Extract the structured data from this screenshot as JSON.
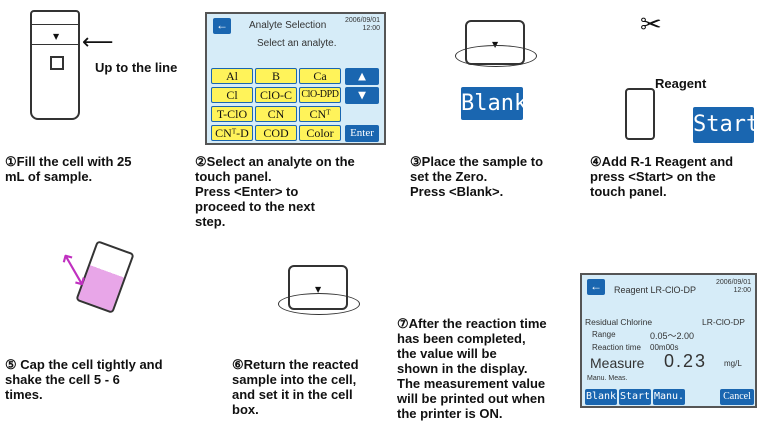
{
  "steps": [
    {
      "num": "①",
      "text": "Fill the cell with 25\nmL of sample."
    },
    {
      "num": "②",
      "text": "Select an analyte on the\ntouch panel.\nPress <Enter> to\nproceed to the next\nstep."
    },
    {
      "num": "③",
      "text": "Place the sample to\nset the Zero.\nPress <Blank>."
    },
    {
      "num": "④",
      "text": "Add R-1 Reagent and\npress <Start> on the\ntouch panel."
    },
    {
      "num": "⑤",
      "text": " Cap the cell tightly and\nshake the cell 5 - 6\ntimes."
    },
    {
      "num": "⑥",
      "text": "Return the reacted\nsample into the cell,\nand set it in the cell\nbox."
    },
    {
      "num": "⑦",
      "text": "After the reaction time\nhas been completed,\nthe value will be\nshown in the display.\nThe measurement value\nwill be printed out when\nthe printer is ON."
    }
  ],
  "labels": {
    "up_to_line": "Up to the line",
    "reagent": "Reagent",
    "blank": "Blank",
    "start": "Start"
  },
  "screen1": {
    "title": "Analyte Selection",
    "subtitle": "Select an analyte.",
    "date": "2006/09/01",
    "time": "12:00",
    "back": "←",
    "analytes": [
      "Al",
      "B",
      "Ca",
      "Cl",
      "ClO-C",
      "ClO-DPD",
      "T-ClO",
      "CN",
      "CNᵀ",
      "CNᵀ-D",
      "COD",
      "Color"
    ],
    "enter": "Enter",
    "up": "▲",
    "down": "▼"
  },
  "screen2": {
    "title": "Reagent LR-ClO-DP",
    "date": "2006/09/01",
    "time": "12:00",
    "back": "←",
    "analyte": "Residual Chlorine",
    "method": "LR-ClO-DP",
    "range_label": "Range",
    "range_value": "0.05～2.00",
    "reaction_label": "Reaction time",
    "reaction_value": "00m00s",
    "measure_label": "Measure",
    "measure_value": "0.23",
    "unit": "mg/L",
    "mode": "Manu. Meas.",
    "buttons": [
      "Blank",
      "Start",
      "Manu.",
      "Cancel"
    ]
  }
}
